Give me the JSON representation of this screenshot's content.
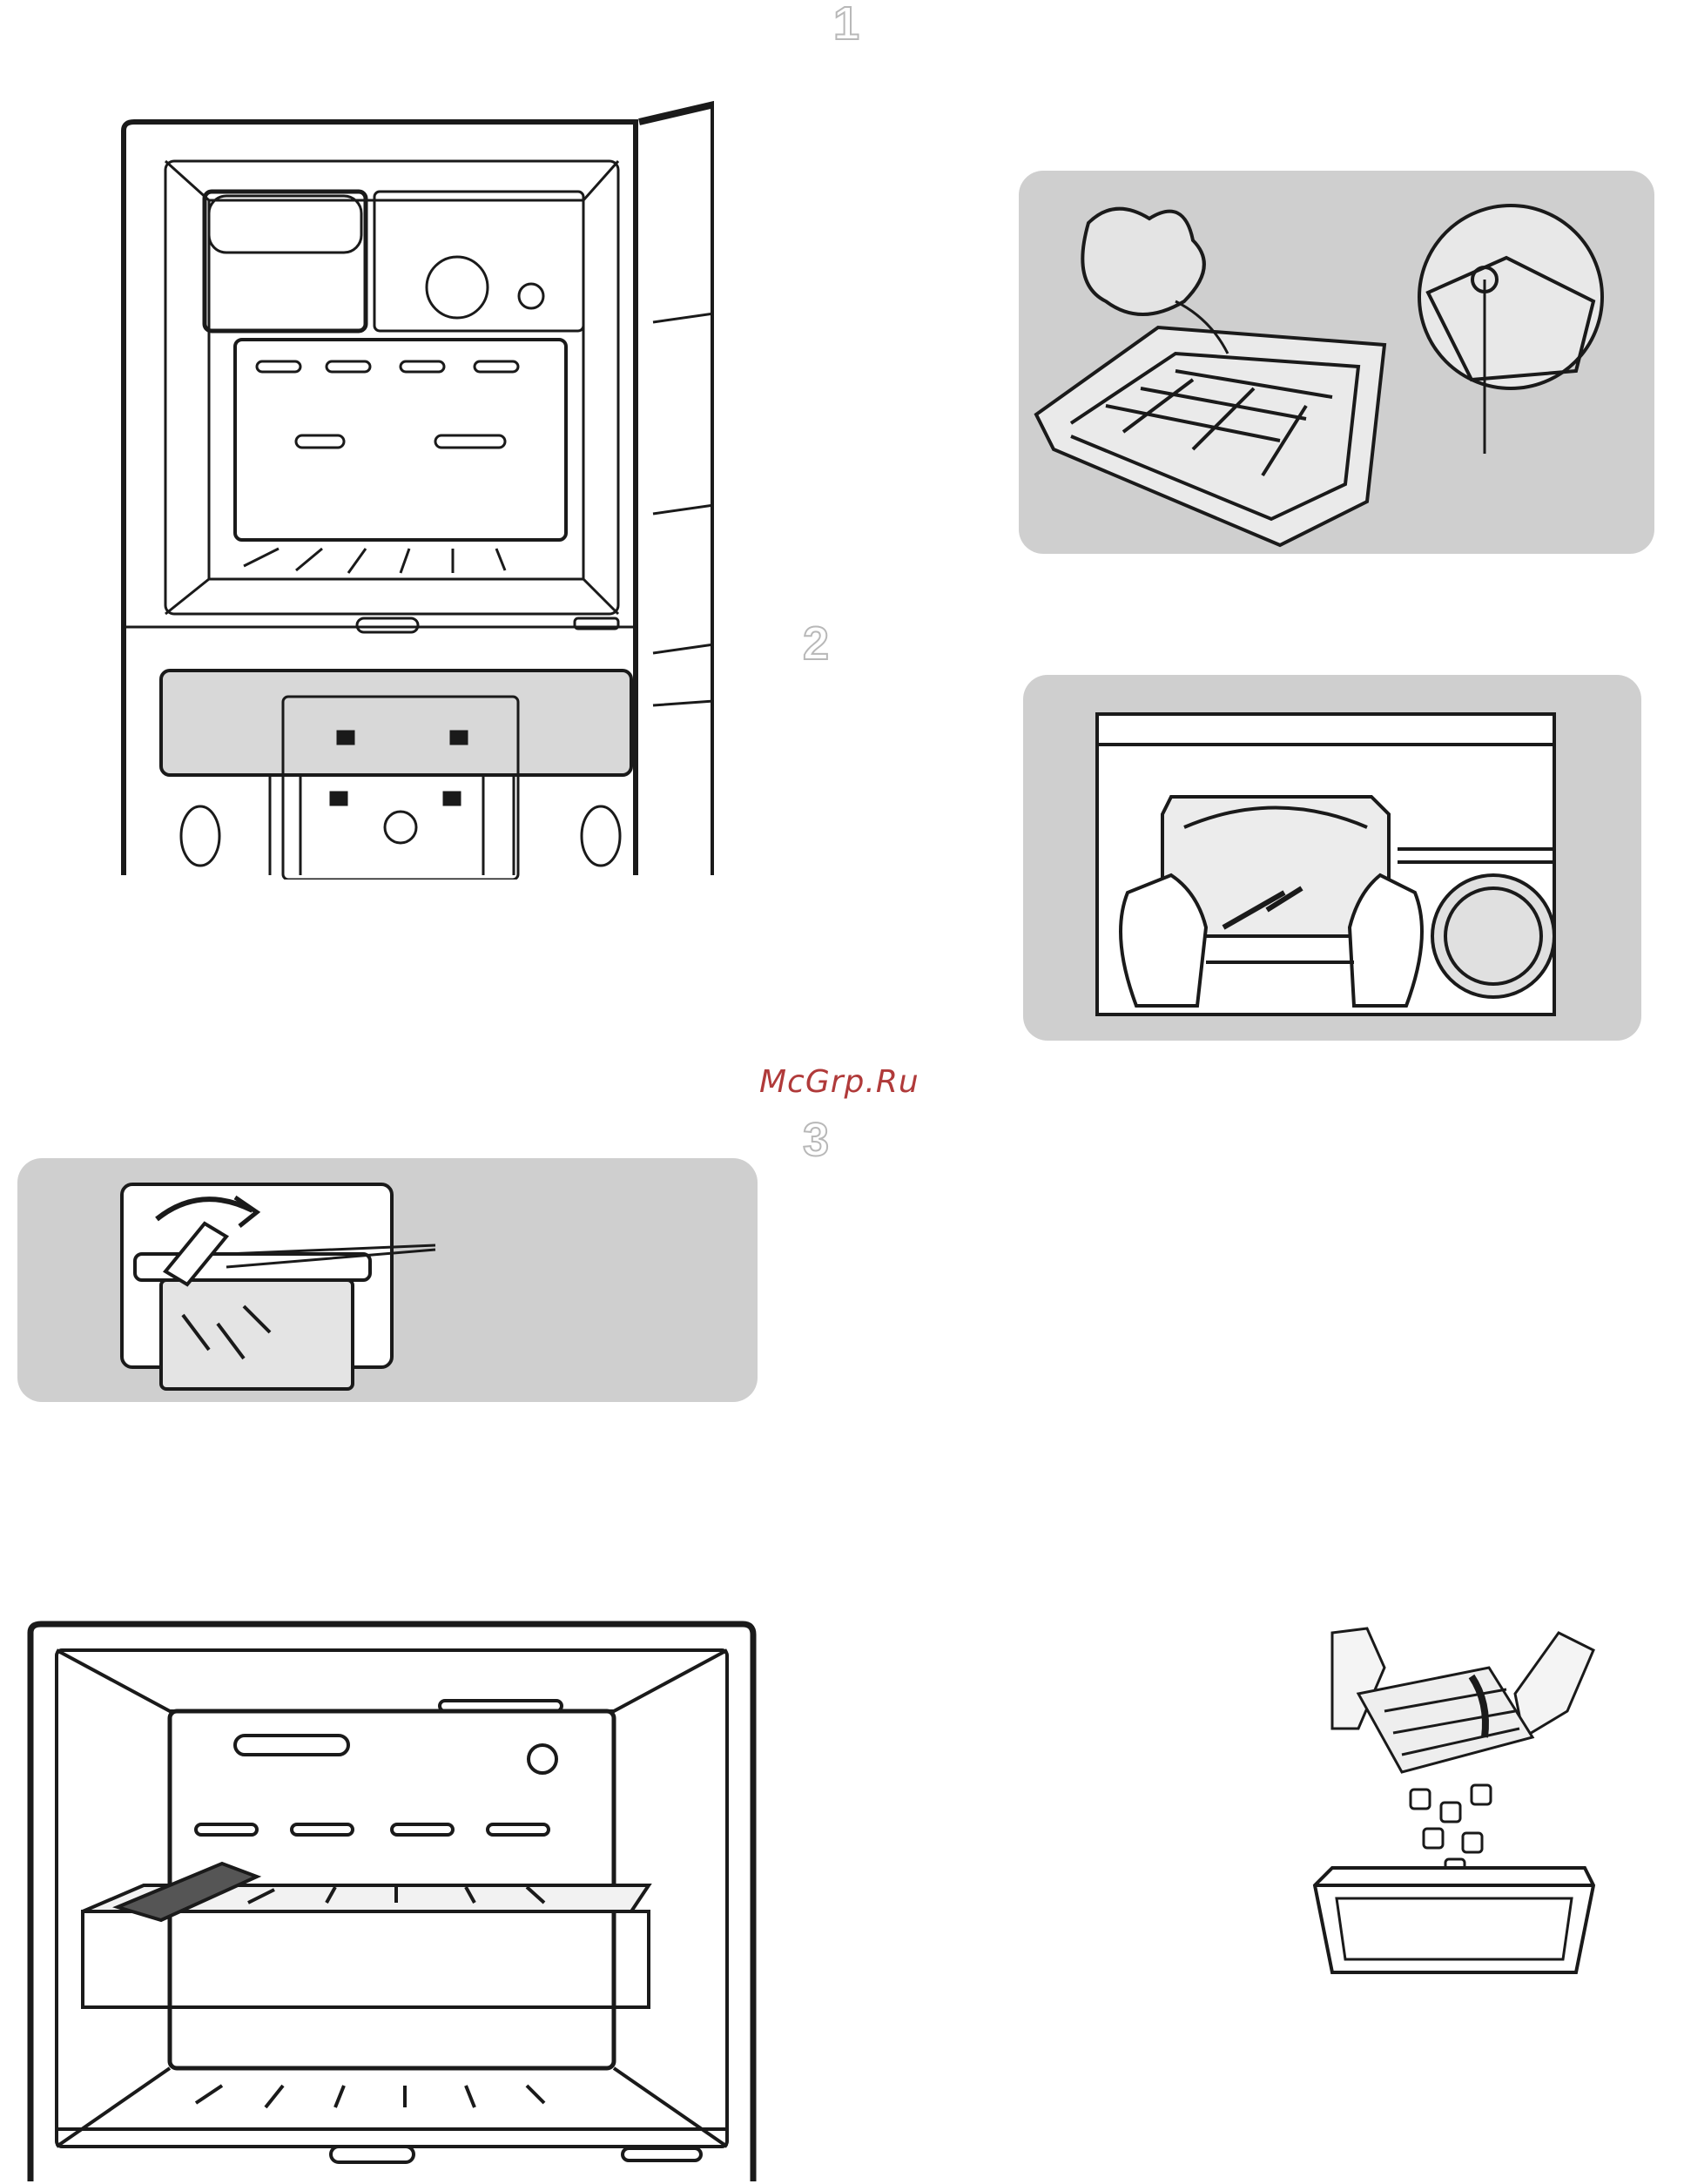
{
  "steps": {
    "one": "1",
    "two": "2",
    "three": "3"
  },
  "watermark": "McGrp.Ru",
  "figures": [
    {
      "name": "freezer-with-ice-maker",
      "icon": "refrigerator-freezer-icon"
    },
    {
      "name": "ice-tray-water-fill",
      "icon": "ice-tray-icon"
    },
    {
      "name": "insert-ice-tray",
      "icon": "hands-tray-icon"
    },
    {
      "name": "twist-knob-release-ice",
      "icon": "ice-maker-knob-icon"
    },
    {
      "name": "freezer-shelf-tray",
      "icon": "freezer-interior-icon"
    },
    {
      "name": "twist-tray-into-bin",
      "icon": "ice-bin-icon"
    }
  ],
  "colors": {
    "panel": "#cfcfcf",
    "line": "#1a1a1a",
    "watermark": "#b03a3a"
  }
}
